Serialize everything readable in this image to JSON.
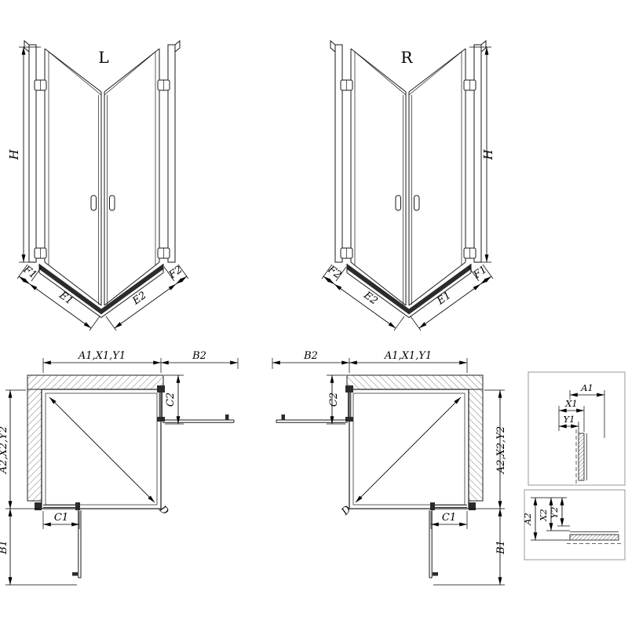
{
  "views": {
    "iso_left": {
      "label": "L",
      "height_dim": "H",
      "bottom_left_dims": [
        "F1",
        "E1"
      ],
      "bottom_right_dims": [
        "E2",
        "F2"
      ]
    },
    "iso_right": {
      "label": "R",
      "height_dim": "H",
      "bottom_left_dims": [
        "F2",
        "E2"
      ],
      "bottom_right_dims": [
        "E1",
        "F1"
      ]
    },
    "plan_left": {
      "top_dim": "A1,X1,Y1",
      "top_right_dim": "B2",
      "right_dim": "C2",
      "left_dim": "A2,X2,Y2",
      "bottom_left_dim": "B1",
      "bottom_dim": "C1",
      "diagonal_dim": "D"
    },
    "plan_right": {
      "top_dim": "A1,X1,Y1",
      "top_left_dim": "B2",
      "left_dim": "C2",
      "right_dim": "A2,X2,Y2",
      "bottom_right_dim": "B1",
      "bottom_dim": "C1",
      "diagonal_dim": "D"
    },
    "detail_top": {
      "dims": [
        "A1",
        "X1",
        "Y1"
      ]
    },
    "detail_bottom": {
      "dims": [
        "A2",
        "X2",
        "Y2"
      ]
    }
  },
  "colors": {
    "line": "#1a1a1a",
    "dark_fill": "#2b2b2b",
    "hatch": "#666666",
    "detail_box_border": "#999999",
    "background": "#ffffff"
  }
}
